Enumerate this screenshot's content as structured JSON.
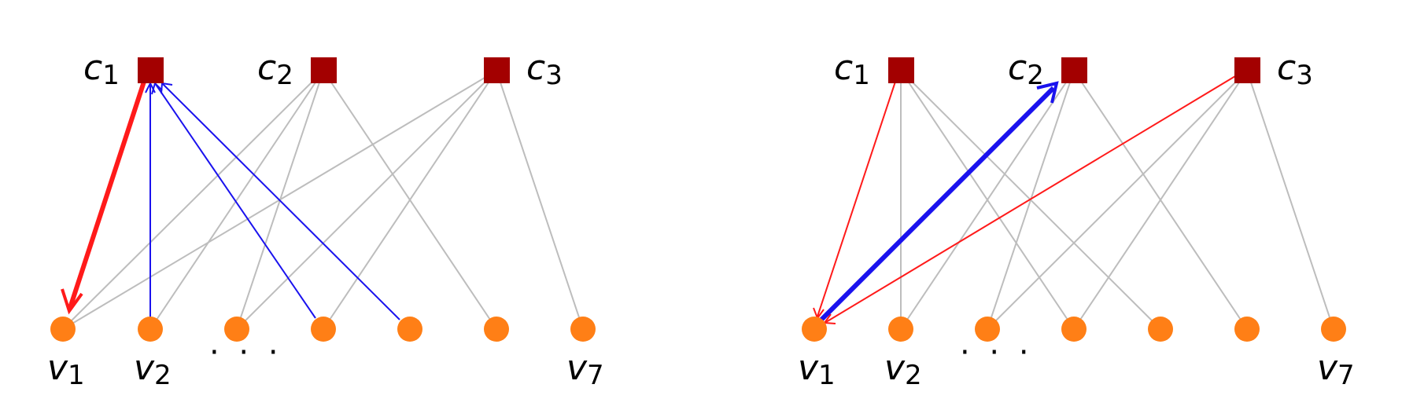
{
  "colors": {
    "check_node": "#a30000",
    "variable_node": "#ff7f16",
    "edge": "#bdbdbd",
    "message_red": "#ff1a1a",
    "message_blue": "#1a12ee"
  },
  "left_panel": {
    "check_labels": [
      {
        "base": "c",
        "sub": "1"
      },
      {
        "base": "c",
        "sub": "2"
      },
      {
        "base": "c",
        "sub": "3"
      }
    ],
    "variable_labels": [
      {
        "base": "v",
        "sub": "1"
      },
      {
        "base": "v",
        "sub": "2"
      },
      {
        "base": "v",
        "sub": "7"
      }
    ],
    "ellipsis": "· · ·"
  },
  "right_panel": {
    "check_labels": [
      {
        "base": "c",
        "sub": "1"
      },
      {
        "base": "c",
        "sub": "2"
      },
      {
        "base": "c",
        "sub": "3"
      }
    ],
    "variable_labels": [
      {
        "base": "v",
        "sub": "1"
      },
      {
        "base": "v",
        "sub": "2"
      },
      {
        "base": "v",
        "sub": "7"
      }
    ],
    "ellipsis": "· · ·"
  }
}
